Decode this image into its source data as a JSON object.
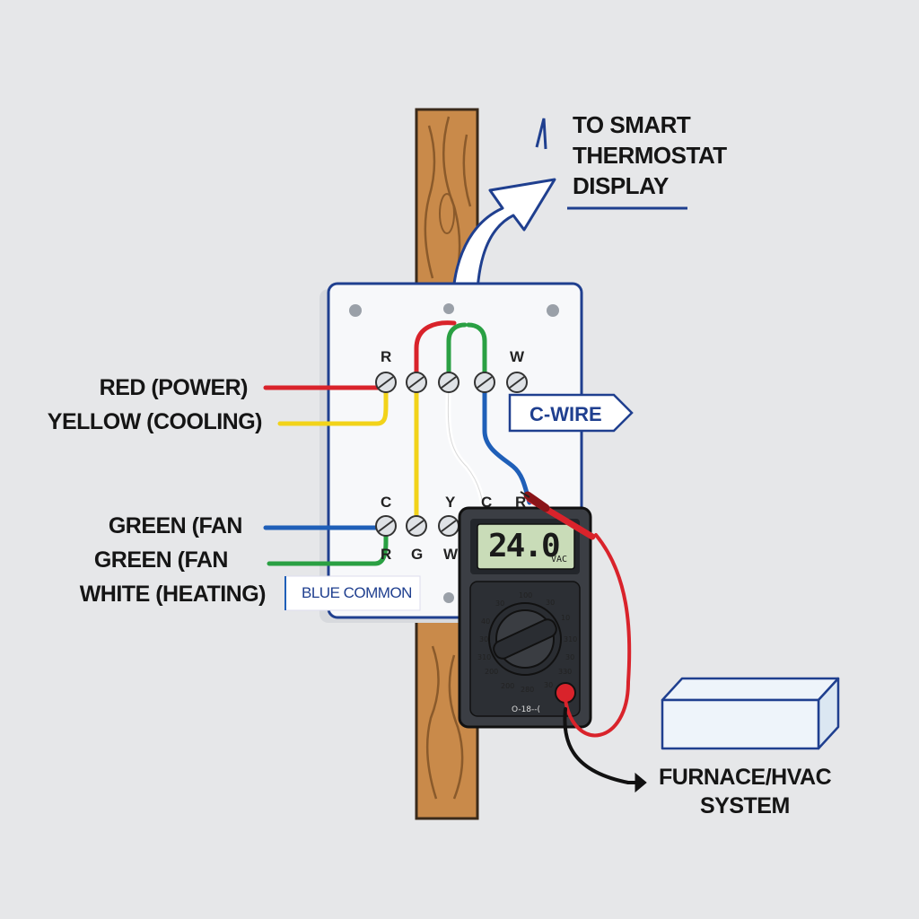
{
  "labels": {
    "to_display": [
      "TO SMART",
      "THERMOSTAT",
      "DISPLAY"
    ],
    "red_power": "RED (POWER)",
    "yellow_cooling": "YELLOW (COOLING)",
    "green_fan_1": "GREEN (FAN",
    "green_fan_2": "GREEN (FAN",
    "white_heating": "WHITE (HEATING)",
    "blue_common": "BLUE COMMON",
    "c_wire": "C-WIRE",
    "furnace": [
      "FURNACE/HVAC",
      "SYSTEM"
    ]
  },
  "terminals": {
    "top_r": "R",
    "top_w": "W",
    "bottom_c": "C",
    "bottom_r": "R",
    "bottom_g": "G",
    "bottom_y": "Y",
    "bottom_w": "W",
    "bottom_c2": "C",
    "bottom_r2": "R"
  },
  "multimeter": {
    "reading": "24.0",
    "unit": "VAC",
    "dial_marks": [
      "100",
      "30",
      "30",
      "10",
      "40",
      "30",
      "310",
      "310",
      "30",
      "330",
      "200",
      "200",
      "280",
      "30"
    ],
    "footer": "O-18--("
  },
  "colors": {
    "red": "#d9232b",
    "yellow": "#f2d31a",
    "green": "#2aa043",
    "blue": "#1f5fb8",
    "white": "#f4f4f4",
    "black": "#111111",
    "wood": "#c98a4a",
    "accent_blue": "#1f3f8f"
  }
}
